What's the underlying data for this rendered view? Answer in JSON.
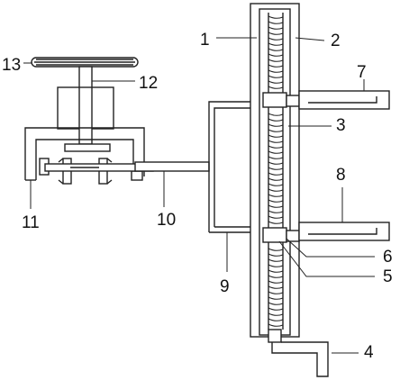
{
  "figure": {
    "kind": "mechanical patent drawing",
    "labels": [
      {
        "id": "l1",
        "text": "1"
      },
      {
        "id": "l2",
        "text": "2"
      },
      {
        "id": "l3",
        "text": "3"
      },
      {
        "id": "l4",
        "text": "4"
      },
      {
        "id": "l5",
        "text": "5"
      },
      {
        "id": "l6",
        "text": "6"
      },
      {
        "id": "l7",
        "text": "7"
      },
      {
        "id": "l8",
        "text": "8"
      },
      {
        "id": "l9",
        "text": "9"
      },
      {
        "id": "l10",
        "text": "10"
      },
      {
        "id": "l11",
        "text": "11"
      },
      {
        "id": "l12",
        "text": "12"
      },
      {
        "id": "l13",
        "text": "13"
      }
    ]
  },
  "colors": {
    "line": "#222222",
    "background": "#ffffff"
  }
}
